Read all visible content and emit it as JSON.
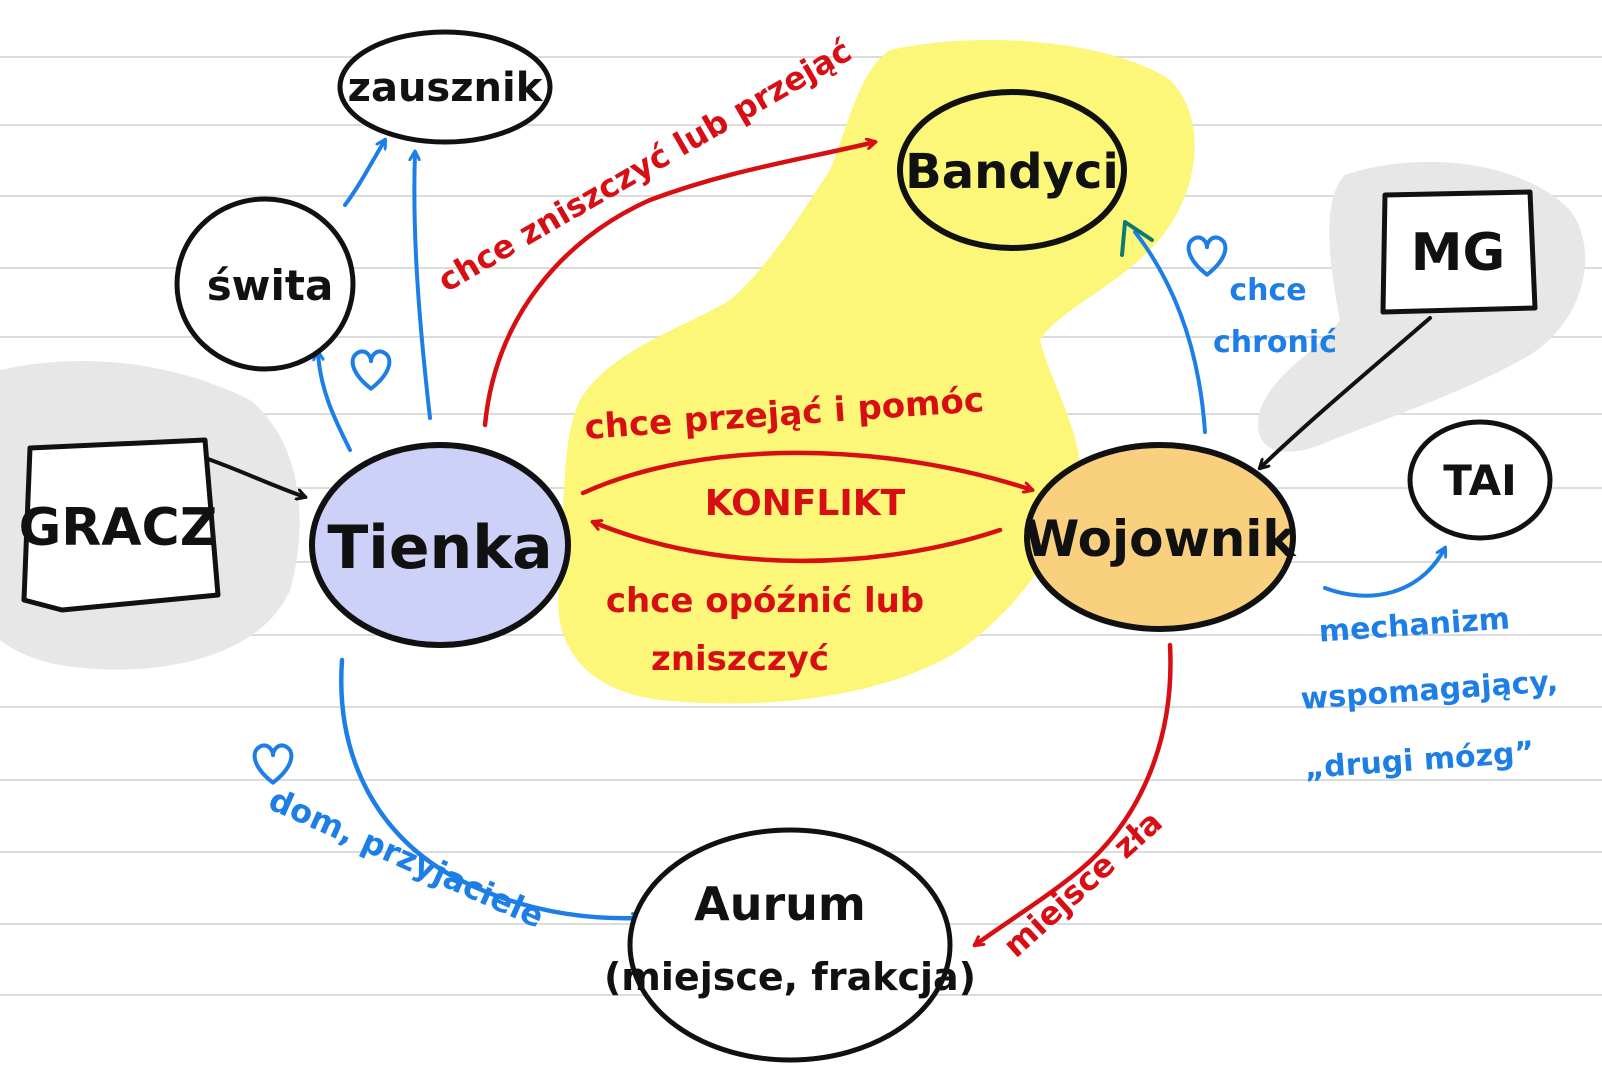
{
  "colors": {
    "red": "#d70f14",
    "blue": "#1d7fe6",
    "black": "#111111",
    "teal": "#0e7a6d",
    "highlight": "#fcf779",
    "tienka_fill": "#cdd0f7",
    "wojownik_fill": "#f8d07e",
    "shadow": "#e7e7e7",
    "notebook_line": "#dcdcdc"
  },
  "nodes": {
    "zausznik": "zausznik",
    "swita": "świta",
    "gracz": "GRACZ",
    "tienka": "Tienka",
    "bandyci": "Bandyci",
    "mg": "MG",
    "tai": "TAI",
    "wojownik": "Wojownik",
    "aurum_line1": "Aurum",
    "aurum_line2": "(miejsce, frakcja)"
  },
  "edges": {
    "tienka_to_bandyci": "chce zniszczyć lub przejąć",
    "tienka_to_wojownik": "chce przejąć i pomóc",
    "conflict": "KONFLIKT",
    "wojownik_to_tienka_line1": "chce opóźnić lub",
    "wojownik_to_tienka_line2": "zniszczyć",
    "wojownik_to_bandyci_line1": "chce",
    "wojownik_to_bandyci_line2": "chronić",
    "wojownik_to_tai_line1": "mechanizm",
    "wojownik_to_tai_line2": "wspomagający,",
    "wojownik_to_tai_line3": "„drugi mózg”",
    "tienka_to_aurum": "dom, przyjaciele",
    "wojownik_to_aurum": "miejsce zła"
  },
  "icons": [
    "heart-icon"
  ]
}
